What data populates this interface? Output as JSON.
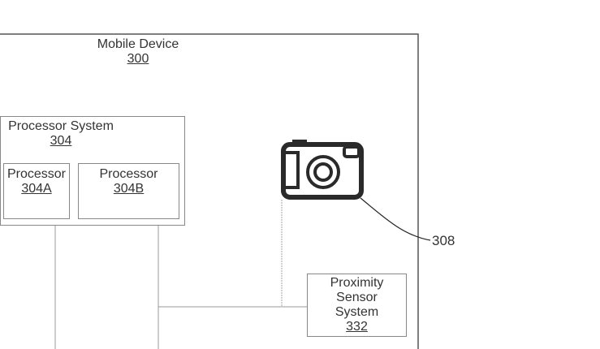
{
  "mobile_device": {
    "title": "Mobile Device",
    "ref": "300"
  },
  "processor_system": {
    "title": "Processor System",
    "ref": "304"
  },
  "processor_a": {
    "title": "Processor",
    "ref": "304A"
  },
  "processor_b": {
    "title": "Processor",
    "ref": "304B"
  },
  "camera": {
    "ref": "308"
  },
  "proximity_sensor": {
    "line1": "Proximity",
    "line2": "Sensor",
    "line3": "System",
    "ref": "332"
  }
}
